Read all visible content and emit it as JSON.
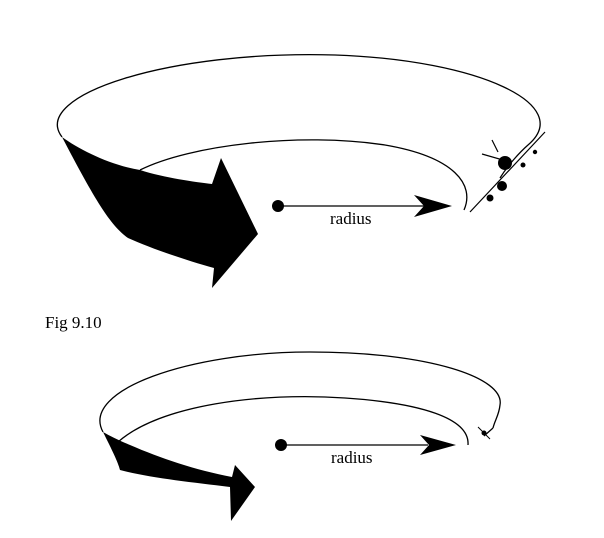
{
  "figure": {
    "caption": "Fig 9.10",
    "top_diagram": {
      "radius_label": "radius"
    },
    "bottom_diagram": {
      "radius_label": "radius"
    }
  },
  "colors": {
    "ink": "#000000",
    "background": "#ffffff"
  }
}
